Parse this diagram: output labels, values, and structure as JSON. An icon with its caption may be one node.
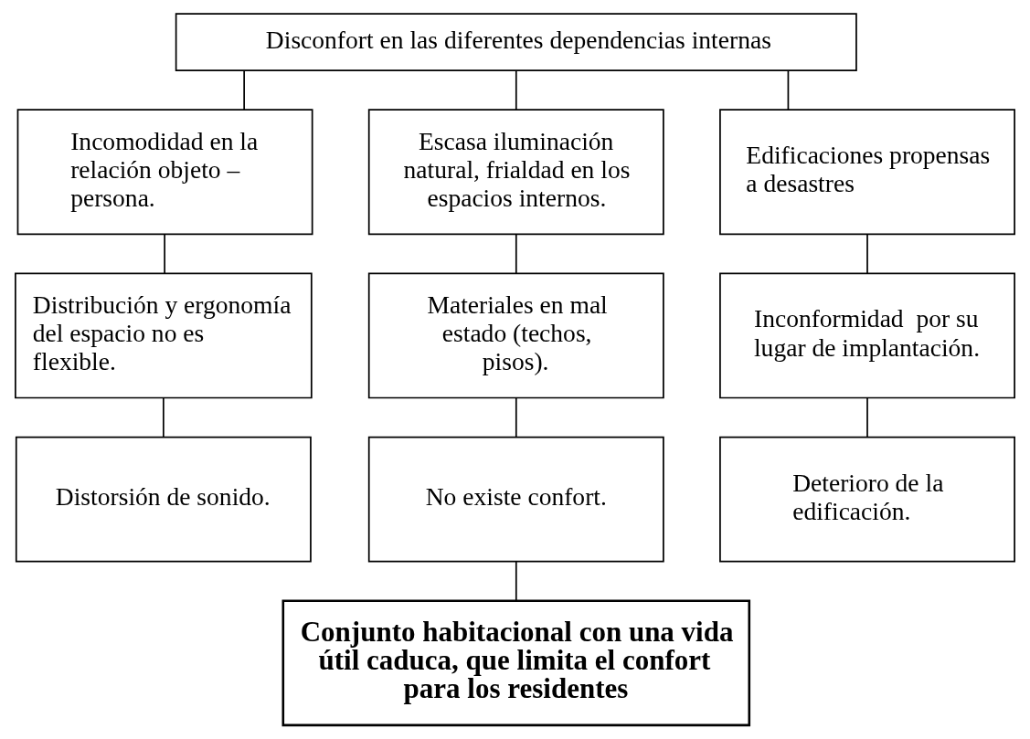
{
  "diagram": {
    "nodes": [
      {
        "text": [
          "Disconfort en las diferentes dependencias internas"
        ]
      },
      {
        "text": [
          "Incomodidad en la relación objeto – persona."
        ]
      },
      {
        "text": [
          "Escasa iluminación natural, frialdad en los espacios internos."
        ]
      },
      {
        "text": [
          "Edificaciones propensas a desastres"
        ]
      },
      {
        "text": [
          "Distribución y ergonomía del espacio no es flexible."
        ]
      },
      {
        "text": [
          "Materiales en mal estado (techos, pisos)."
        ]
      },
      {
        "text": [
          "Inconformidad  por su lugar de implantación."
        ]
      },
      {
        "text": [
          "Distorsión de sonido."
        ]
      },
      {
        "text": [
          "No existe confort."
        ]
      },
      {
        "text": [
          "Deterioro de la edificación."
        ]
      },
      {
        "text": [
          "Conjunto habitacional con una vida útil caduca, que limita el confort para los residentes"
        ]
      }
    ],
    "edges": [
      {
        "from": 0,
        "to": 1,
        "arrow": "none"
      },
      {
        "from": 0,
        "to": 2,
        "arrow": "none"
      },
      {
        "from": 0,
        "to": 3,
        "arrow": "none"
      },
      {
        "from": 1,
        "to": 4,
        "arrow": "none"
      },
      {
        "from": 2,
        "to": 5,
        "arrow": "none"
      },
      {
        "from": 3,
        "to": 6,
        "arrow": "none"
      },
      {
        "from": 4,
        "to": 7,
        "arrow": "none"
      },
      {
        "from": 5,
        "to": 8,
        "arrow": "none"
      },
      {
        "from": 6,
        "to": 9,
        "arrow": "none"
      },
      {
        "from": 8,
        "to": 10,
        "arrow": "none"
      }
    ]
  }
}
